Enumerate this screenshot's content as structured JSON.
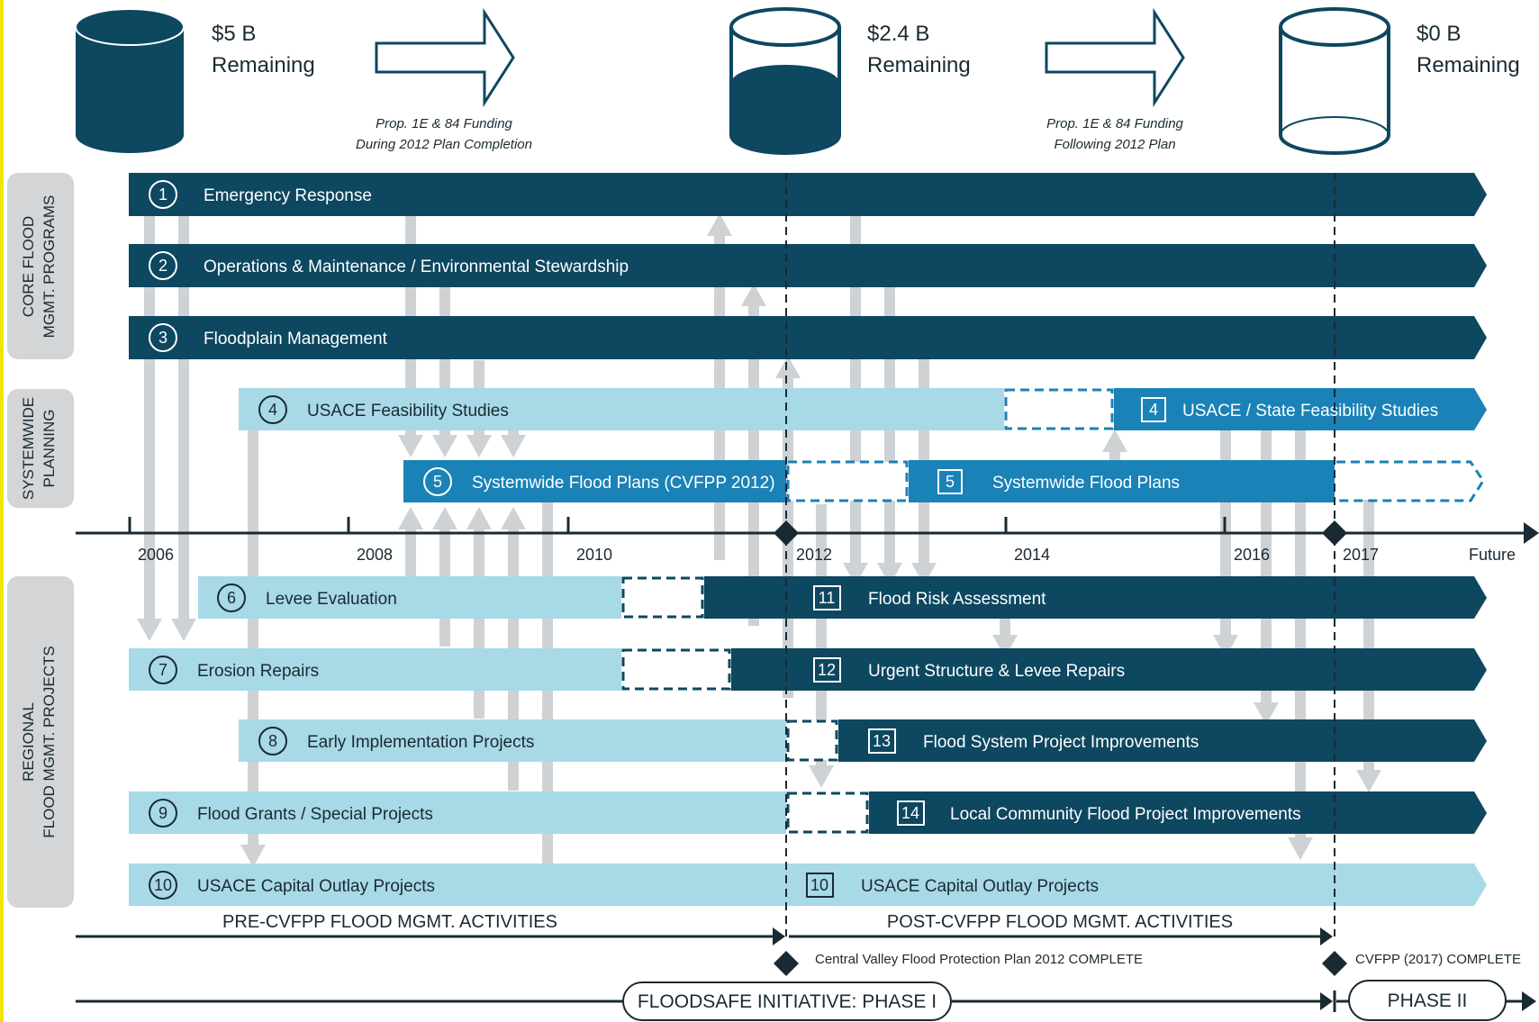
{
  "budgets": [
    {
      "amount": "$5 B",
      "label": "Remaining"
    },
    {
      "amount": "$2.4 B",
      "label": "Remaining"
    },
    {
      "amount": "$0 B",
      "label": "Remaining"
    }
  ],
  "funding_notes": [
    {
      "line1": "Prop. 1E & 84 Funding",
      "line2": "During 2012 Plan Completion"
    },
    {
      "line1": "Prop. 1E & 84 Funding",
      "line2": "Following 2012 Plan"
    }
  ],
  "groups": {
    "core": {
      "line1": "CORE FLOOD",
      "line2": "MGMT. PROGRAMS"
    },
    "systemwide": {
      "line1": "SYSTEMWIDE",
      "line2": "PLANNING"
    },
    "regional": {
      "line1": "REGIONAL",
      "line2": "FLOOD MGMT. PROJECTS"
    }
  },
  "bars": {
    "b1": {
      "num": "1",
      "label": "Emergency Response"
    },
    "b2": {
      "num": "2",
      "label": "Operations & Maintenance / Environmental Stewardship"
    },
    "b3": {
      "num": "3",
      "label": "Floodplain Management"
    },
    "b4a": {
      "num": "4",
      "label": "USACE Feasibility Studies"
    },
    "b4b": {
      "num": "4",
      "label": "USACE / State Feasibility Studies"
    },
    "b5a": {
      "num": "5",
      "label": "Systemwide Flood Plans (CVFPP 2012)"
    },
    "b5b": {
      "num": "5",
      "label": "Systemwide Flood Plans"
    },
    "b6": {
      "num": "6",
      "label": "Levee Evaluation"
    },
    "b11": {
      "num": "11",
      "label": "Flood Risk Assessment"
    },
    "b7": {
      "num": "7",
      "label": "Erosion Repairs"
    },
    "b12": {
      "num": "12",
      "label": "Urgent Structure & Levee Repairs"
    },
    "b8": {
      "num": "8",
      "label": "Early Implementation Projects"
    },
    "b13": {
      "num": "13",
      "label": "Flood System Project Improvements"
    },
    "b9": {
      "num": "9",
      "label": "Flood Grants / Special Projects"
    },
    "b14": {
      "num": "14",
      "label": "Local Community Flood Project Improvements"
    },
    "b10a": {
      "num": "10",
      "label": "USACE Capital Outlay Projects"
    },
    "b10b": {
      "num": "10",
      "label": "USACE Capital Outlay Projects"
    }
  },
  "timeline": {
    "years": [
      "2006",
      "2008",
      "2010",
      "2012",
      "2014",
      "2016",
      "2017",
      "Future"
    ]
  },
  "sections": {
    "pre": "PRE-CVFPP FLOOD MGMT. ACTIVITIES",
    "post": "POST-CVFPP FLOOD MGMT. ACTIVITIES"
  },
  "milestones": {
    "m2012": "Central Valley Flood Protection Plan 2012 COMPLETE",
    "m2017": "CVFPP (2017) COMPLETE"
  },
  "phases": {
    "phase1": "FLOODSAFE INITIATIVE: PHASE I",
    "phase2": "PHASE II"
  },
  "colors": {
    "navy": "#0d4760",
    "blue": "#1a82b6",
    "light": "#a8d9e6",
    "arrow_gray": "#cfd2d4",
    "group_bg": "#d3d5d7"
  }
}
